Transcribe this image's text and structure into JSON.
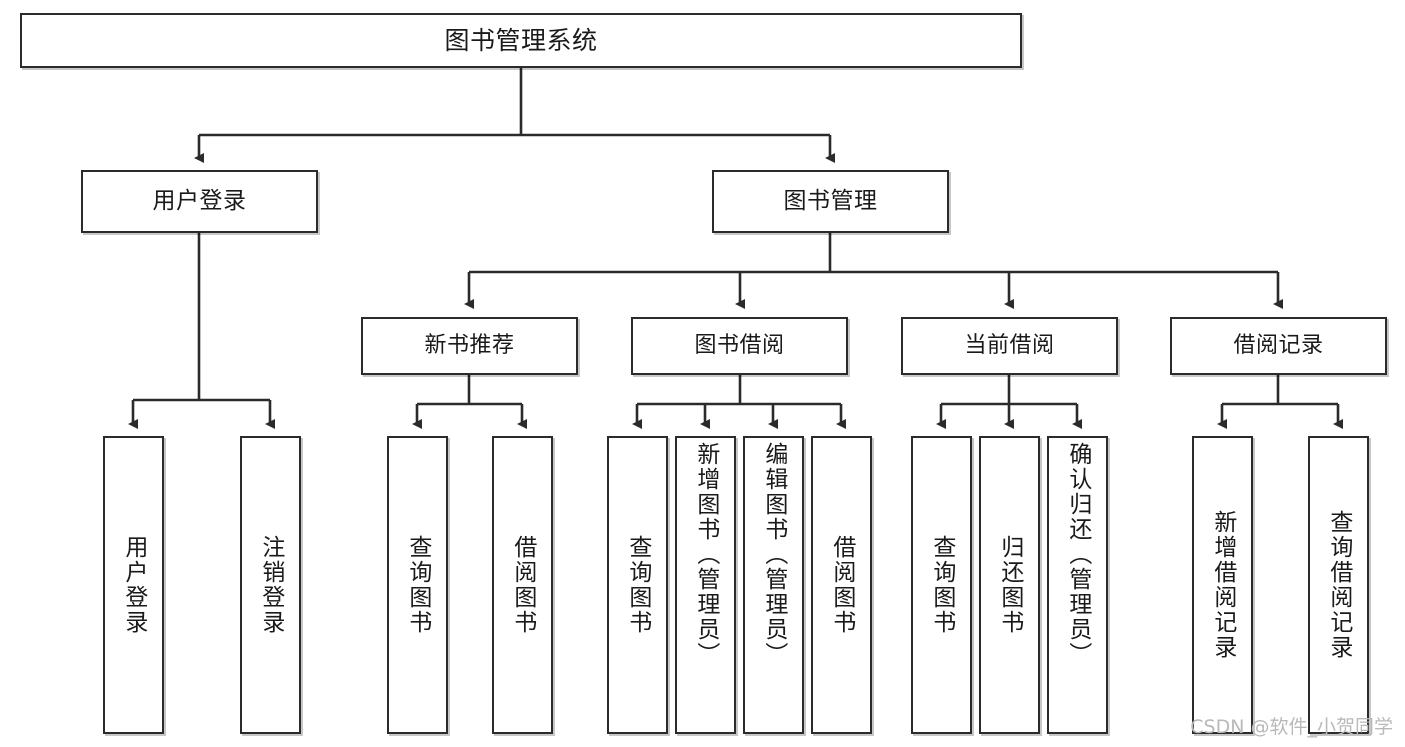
{
  "diagram": {
    "title": "图书管理系统",
    "type": "hierarchy-tree",
    "root": {
      "label": "图书管理系统"
    },
    "level2": [
      {
        "label": "用户登录"
      },
      {
        "label": "图书管理"
      }
    ],
    "level3": [
      {
        "label": "新书推荐"
      },
      {
        "label": "图书借阅"
      },
      {
        "label": "当前借阅"
      },
      {
        "label": "借阅记录"
      }
    ],
    "leaves": [
      {
        "label": "用户登录",
        "parent": "用户登录"
      },
      {
        "label": "注销登录",
        "parent": "用户登录"
      },
      {
        "label": "查询图书",
        "parent": "新书推荐"
      },
      {
        "label": "借阅图书",
        "parent": "新书推荐"
      },
      {
        "label": "查询图书",
        "parent": "图书借阅"
      },
      {
        "label": "新增图书（管理员）",
        "parent": "图书借阅"
      },
      {
        "label": "编辑图书（管理员）",
        "parent": "图书借阅"
      },
      {
        "label": "借阅图书",
        "parent": "图书借阅"
      },
      {
        "label": "查询图书",
        "parent": "当前借阅"
      },
      {
        "label": "归还图书",
        "parent": "当前借阅"
      },
      {
        "label": "确认归还（管理员）",
        "parent": "当前借阅"
      },
      {
        "label": "新增借阅记录",
        "parent": "借阅记录"
      },
      {
        "label": "查询借阅记录",
        "parent": "借阅记录"
      }
    ],
    "watermark": "CSDN @软件_小贺同学",
    "colors": {
      "border": "#2b2b2b",
      "text": "#1a1a1a",
      "background": "#ffffff",
      "watermark": "#b9b9b9"
    }
  }
}
